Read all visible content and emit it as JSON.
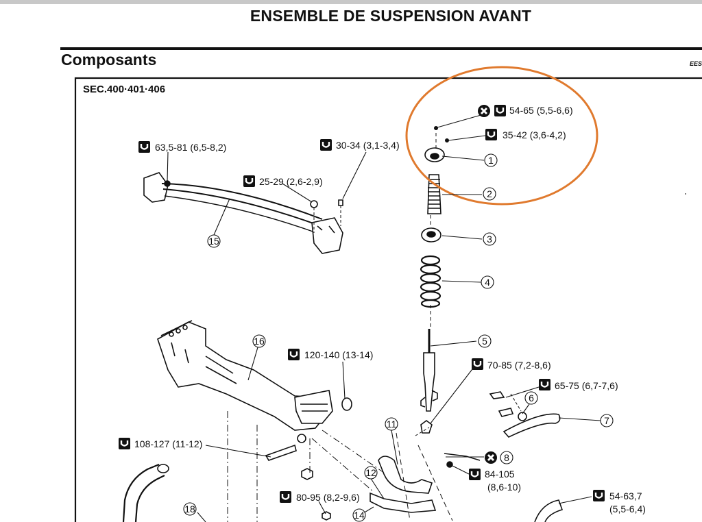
{
  "document": {
    "title": "ENSEMBLE DE SUSPENSION AVANT",
    "subtitle": "Composants",
    "code": "EES",
    "section": "SEC.400·401·406"
  },
  "torques": [
    {
      "id": "t1",
      "value": "54-65 (5,5-6,6)"
    },
    {
      "id": "t2",
      "value": "35-42 (3,6-4,2)"
    },
    {
      "id": "t3",
      "value": "63,5-81 (6,5-8,2)"
    },
    {
      "id": "t4",
      "value": "30-34 (3,1-3,4)"
    },
    {
      "id": "t5",
      "value": "25-29 (2,6-2,9)"
    },
    {
      "id": "t6",
      "value": "120-140 (13-14)"
    },
    {
      "id": "t7",
      "value": "70-85 (7,2-8,6)"
    },
    {
      "id": "t8",
      "value": "65-75 (6,7-7,6)"
    },
    {
      "id": "t9",
      "value": "108-127 (11-12)"
    },
    {
      "id": "t10",
      "value": "84-105"
    },
    {
      "id": "t10b",
      "value": "(8,6-10)"
    },
    {
      "id": "t11",
      "value": "80-95 (8,2-9,6)"
    },
    {
      "id": "t12",
      "value": "54-63,7"
    },
    {
      "id": "t12b",
      "value": "(5,5-6,4)"
    }
  ],
  "callouts": [
    "1",
    "2",
    "3",
    "4",
    "5",
    "6",
    "7",
    "8",
    "11",
    "12",
    "14",
    "15",
    "16",
    "18"
  ],
  "colors": {
    "highlight_circle": "#e07a2e",
    "line": "#111111",
    "background": "#ffffff"
  }
}
